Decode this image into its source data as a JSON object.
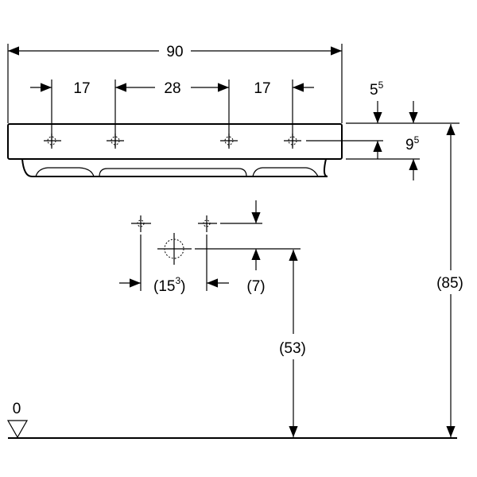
{
  "drawing": {
    "overall_width": "90",
    "hole_spacing_left": "17",
    "hole_spacing_middle": "28",
    "hole_spacing_right": "17",
    "top_offset_base": "5",
    "top_offset_sup": "5",
    "rim_height_base": "9",
    "rim_height_sup": "5",
    "total_height": "(85)",
    "drain_height": "(53)",
    "drain_offset_base": "(15",
    "drain_offset_sup": "3",
    "drain_offset_close": ")",
    "drain_vertical": "(7)",
    "floor_level": "0"
  }
}
